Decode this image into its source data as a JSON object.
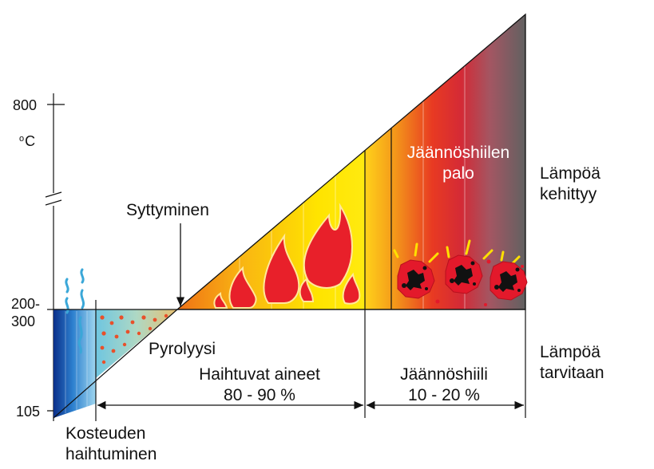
{
  "axis": {
    "tick_800": "800",
    "unit_degree": "o",
    "unit_letter": "C",
    "tick_200_300_line1": "200-",
    "tick_200_300_line2": "300",
    "tick_105": "105"
  },
  "labels": {
    "ignition": "Syttyminen",
    "pyrolysis": "Pyrolyysi",
    "moisture_line1": "Kosteuden",
    "moisture_line2": "haihtuminen",
    "volatiles_line1": "Haihtuvat aineet",
    "volatiles_line2": "80 - 90 %",
    "char_line1": "Jäännöshiili",
    "char_line2": "10 - 20 %",
    "char_burn_line1": "Jäännöshiilen",
    "char_burn_line2": "palo",
    "heat_released_line1": "Lämpöä",
    "heat_released_line2": "kehittyy",
    "heat_required_line1": "Lämpöä",
    "heat_required_line2": "tarvitaan"
  },
  "colors": {
    "moisture_dark": "#0b2f8a",
    "moisture_light": "#9fd6ef",
    "pyrolysis": "#8fd0d8",
    "flame_orange": "#f07a14",
    "flame_yellow": "#ffe000",
    "flame_red": "#e8202a",
    "char_gray": "#6b6b6b",
    "ember_red": "#e3192b",
    "ember_black": "#111111"
  }
}
